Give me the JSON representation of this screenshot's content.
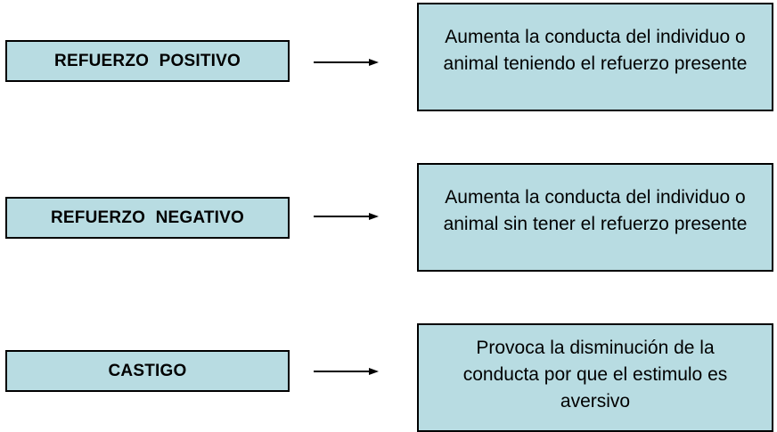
{
  "diagram": {
    "type": "labeled-flow-rows",
    "colors": {
      "box_fill": "#b8dce2",
      "box_border": "#000000",
      "text": "#000000",
      "arrow": "#000000",
      "background": "#ffffff"
    },
    "rows": [
      {
        "label": "REFUERZO POSITIVO",
        "arrow_icon": "right-arrow-icon",
        "description": "Aumenta la conducta del individuo o animal teniendo el refuerzo presente"
      },
      {
        "label": "REFUERZO NEGATIVO",
        "arrow_icon": "right-arrow-icon",
        "description": "Aumenta la conducta del individuo o animal sin tener el refuerzo presente"
      },
      {
        "label": "CASTIGO",
        "arrow_icon": "right-arrow-icon",
        "description": "Provoca la disminución de la conducta por que el estimulo es aversivo"
      }
    ]
  }
}
